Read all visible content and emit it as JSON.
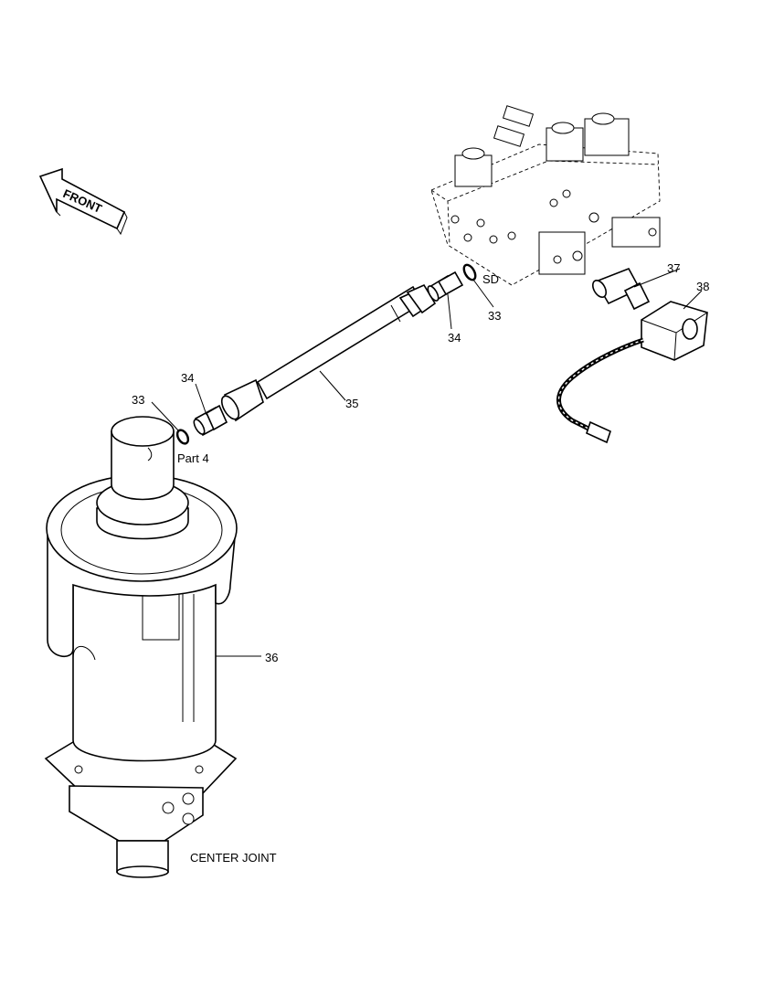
{
  "front_arrow": {
    "label": "FRONT"
  },
  "callouts": {
    "c33_upper": "33",
    "c33_lower": "33",
    "c34_upper": "34",
    "c34_lower": "34",
    "c35": "35",
    "c36": "36",
    "c37": "37",
    "c38": "38",
    "sd": "SD",
    "part4": "Part 4"
  },
  "caption": "CENTER JOINT"
}
